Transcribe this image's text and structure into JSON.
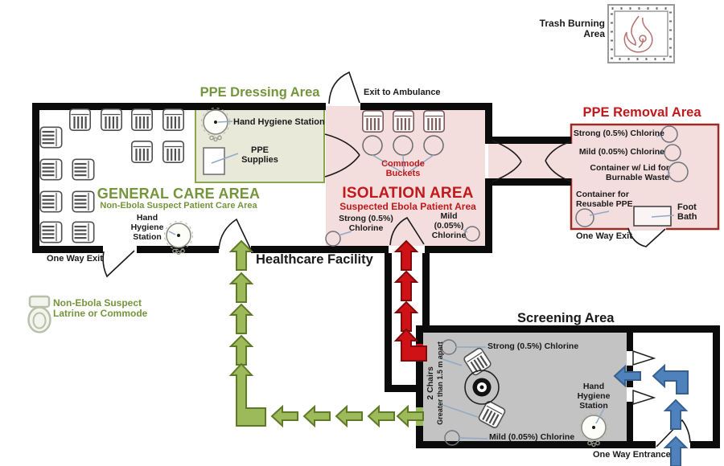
{
  "facility_label": "Healthcare Facility",
  "trash_area": {
    "label": "Trash Burning Area",
    "icon": "flame-icon"
  },
  "ppe_dressing_area": {
    "title": "PPE Dressing Area",
    "hand_hygiene_label": "Hand Hygiene Station",
    "supplies_label": "PPE Supplies"
  },
  "general_care_area": {
    "title": "GENERAL CARE AREA",
    "subtitle": "Non-Ebola Suspect Patient Care Area",
    "hand_hygiene_label": "Hand Hygiene Station",
    "exit_label": "One Way Exit",
    "bed_count": 13
  },
  "isolation_area": {
    "title": "ISOLATION AREA",
    "subtitle": "Suspected Ebola Patient Area",
    "ambulance_exit_label": "Exit to Ambulance",
    "commode_label": "Commode Buckets",
    "strong_chlorine_label": "Strong (0.5%) Chlorine",
    "mild_chlorine_label": "Mild (0.05%) Chlorine",
    "bed_count": 3
  },
  "ppe_removal_area": {
    "title": "PPE Removal Area",
    "strong_chlorine_label": "Strong (0.5%) Chlorine",
    "mild_chlorine_label": "Mild (0.05%) Chlorine",
    "burnable_container_label": "Container w/ Lid for Burnable Waste",
    "reusable_container_label": "Container for Reusable PPE",
    "foot_bath_label": "Foot Bath",
    "exit_label": "One Way Exit"
  },
  "screening_area": {
    "title": "Screening Area",
    "strong_chlorine_label": "Strong (0.5%) Chlorine",
    "mild_chlorine_label": "Mild (0.05%) Chlorine",
    "chairs_note": "2 Chairs",
    "chairs_note_detail": "Greater than 1.5 m apart",
    "hand_hygiene_label": "Hand Hygiene Station",
    "entrance_label": "One Way Entrance",
    "chair_count": 2
  },
  "legend": {
    "latrine_label": "Non-Ebola Suspect Latrine or Commode",
    "icon": "toilet-icon"
  },
  "icons": {
    "trash": "flame-icon",
    "hand_hygiene": "wash-bucket-icon",
    "latrine": "toilet-icon",
    "chlorine_sprayer": "sprayer-circle-icon",
    "patient_bed": "striped-bed-icon",
    "screening_point": "bullseye-icon",
    "ppe_supplies": "supply-box-icon",
    "foot_bath": "foot-bath-tray-icon"
  },
  "colors": {
    "clean_path_green": "#9cba5a",
    "contaminated_path_red": "#cf1216",
    "entry_path_blue": "#4f81bd",
    "isolation_pink": "#f3dedd",
    "dressing_beige": "#e9e9da",
    "screening_gray": "#c4c3c3",
    "green_text": "#75953c",
    "red_text": "#c0181c",
    "wall_black": "#0b0b0b"
  }
}
